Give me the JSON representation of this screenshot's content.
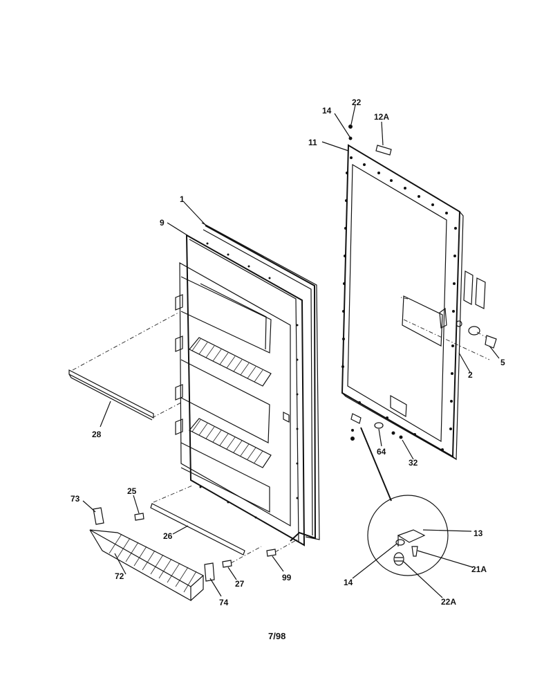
{
  "labels": {
    "l1": "1",
    "l9": "9",
    "l28": "28",
    "l25": "25",
    "l73": "73",
    "l26": "26",
    "l72": "72",
    "l27": "27",
    "l74": "74",
    "l99": "99",
    "l14_top": "14",
    "l22": "22",
    "l12A": "12A",
    "l11": "11",
    "l5": "5",
    "l2": "2",
    "l64": "64",
    "l32": "32",
    "l13": "13",
    "l21A": "21A",
    "l14_detail": "14",
    "l22A": "22A"
  },
  "footer": {
    "date_code": "7/98"
  }
}
